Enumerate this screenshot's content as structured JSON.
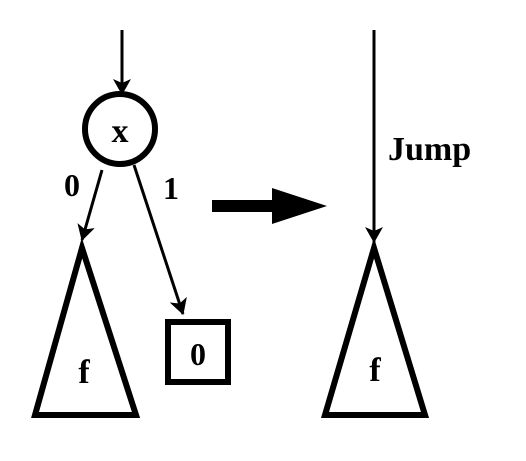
{
  "left": {
    "node_label": "x",
    "edge_zero_label": "0",
    "edge_one_label": "1",
    "subtree_label": "f",
    "terminal_label": "0"
  },
  "right": {
    "edge_label": "Jump",
    "subtree_label": "f"
  },
  "colors": {
    "ink": "#000000",
    "background": "#ffffff"
  }
}
